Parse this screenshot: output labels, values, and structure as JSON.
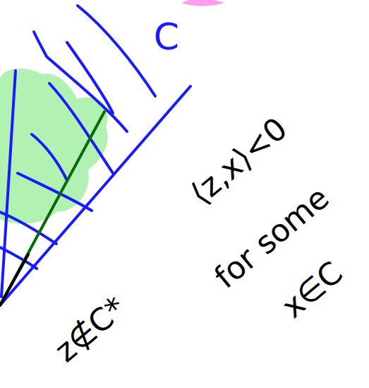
{
  "diagram": {
    "labels": [
      "C",
      "⟨z,x⟩<0",
      "for some",
      "x∈C",
      "z∉C*"
    ]
  }
}
